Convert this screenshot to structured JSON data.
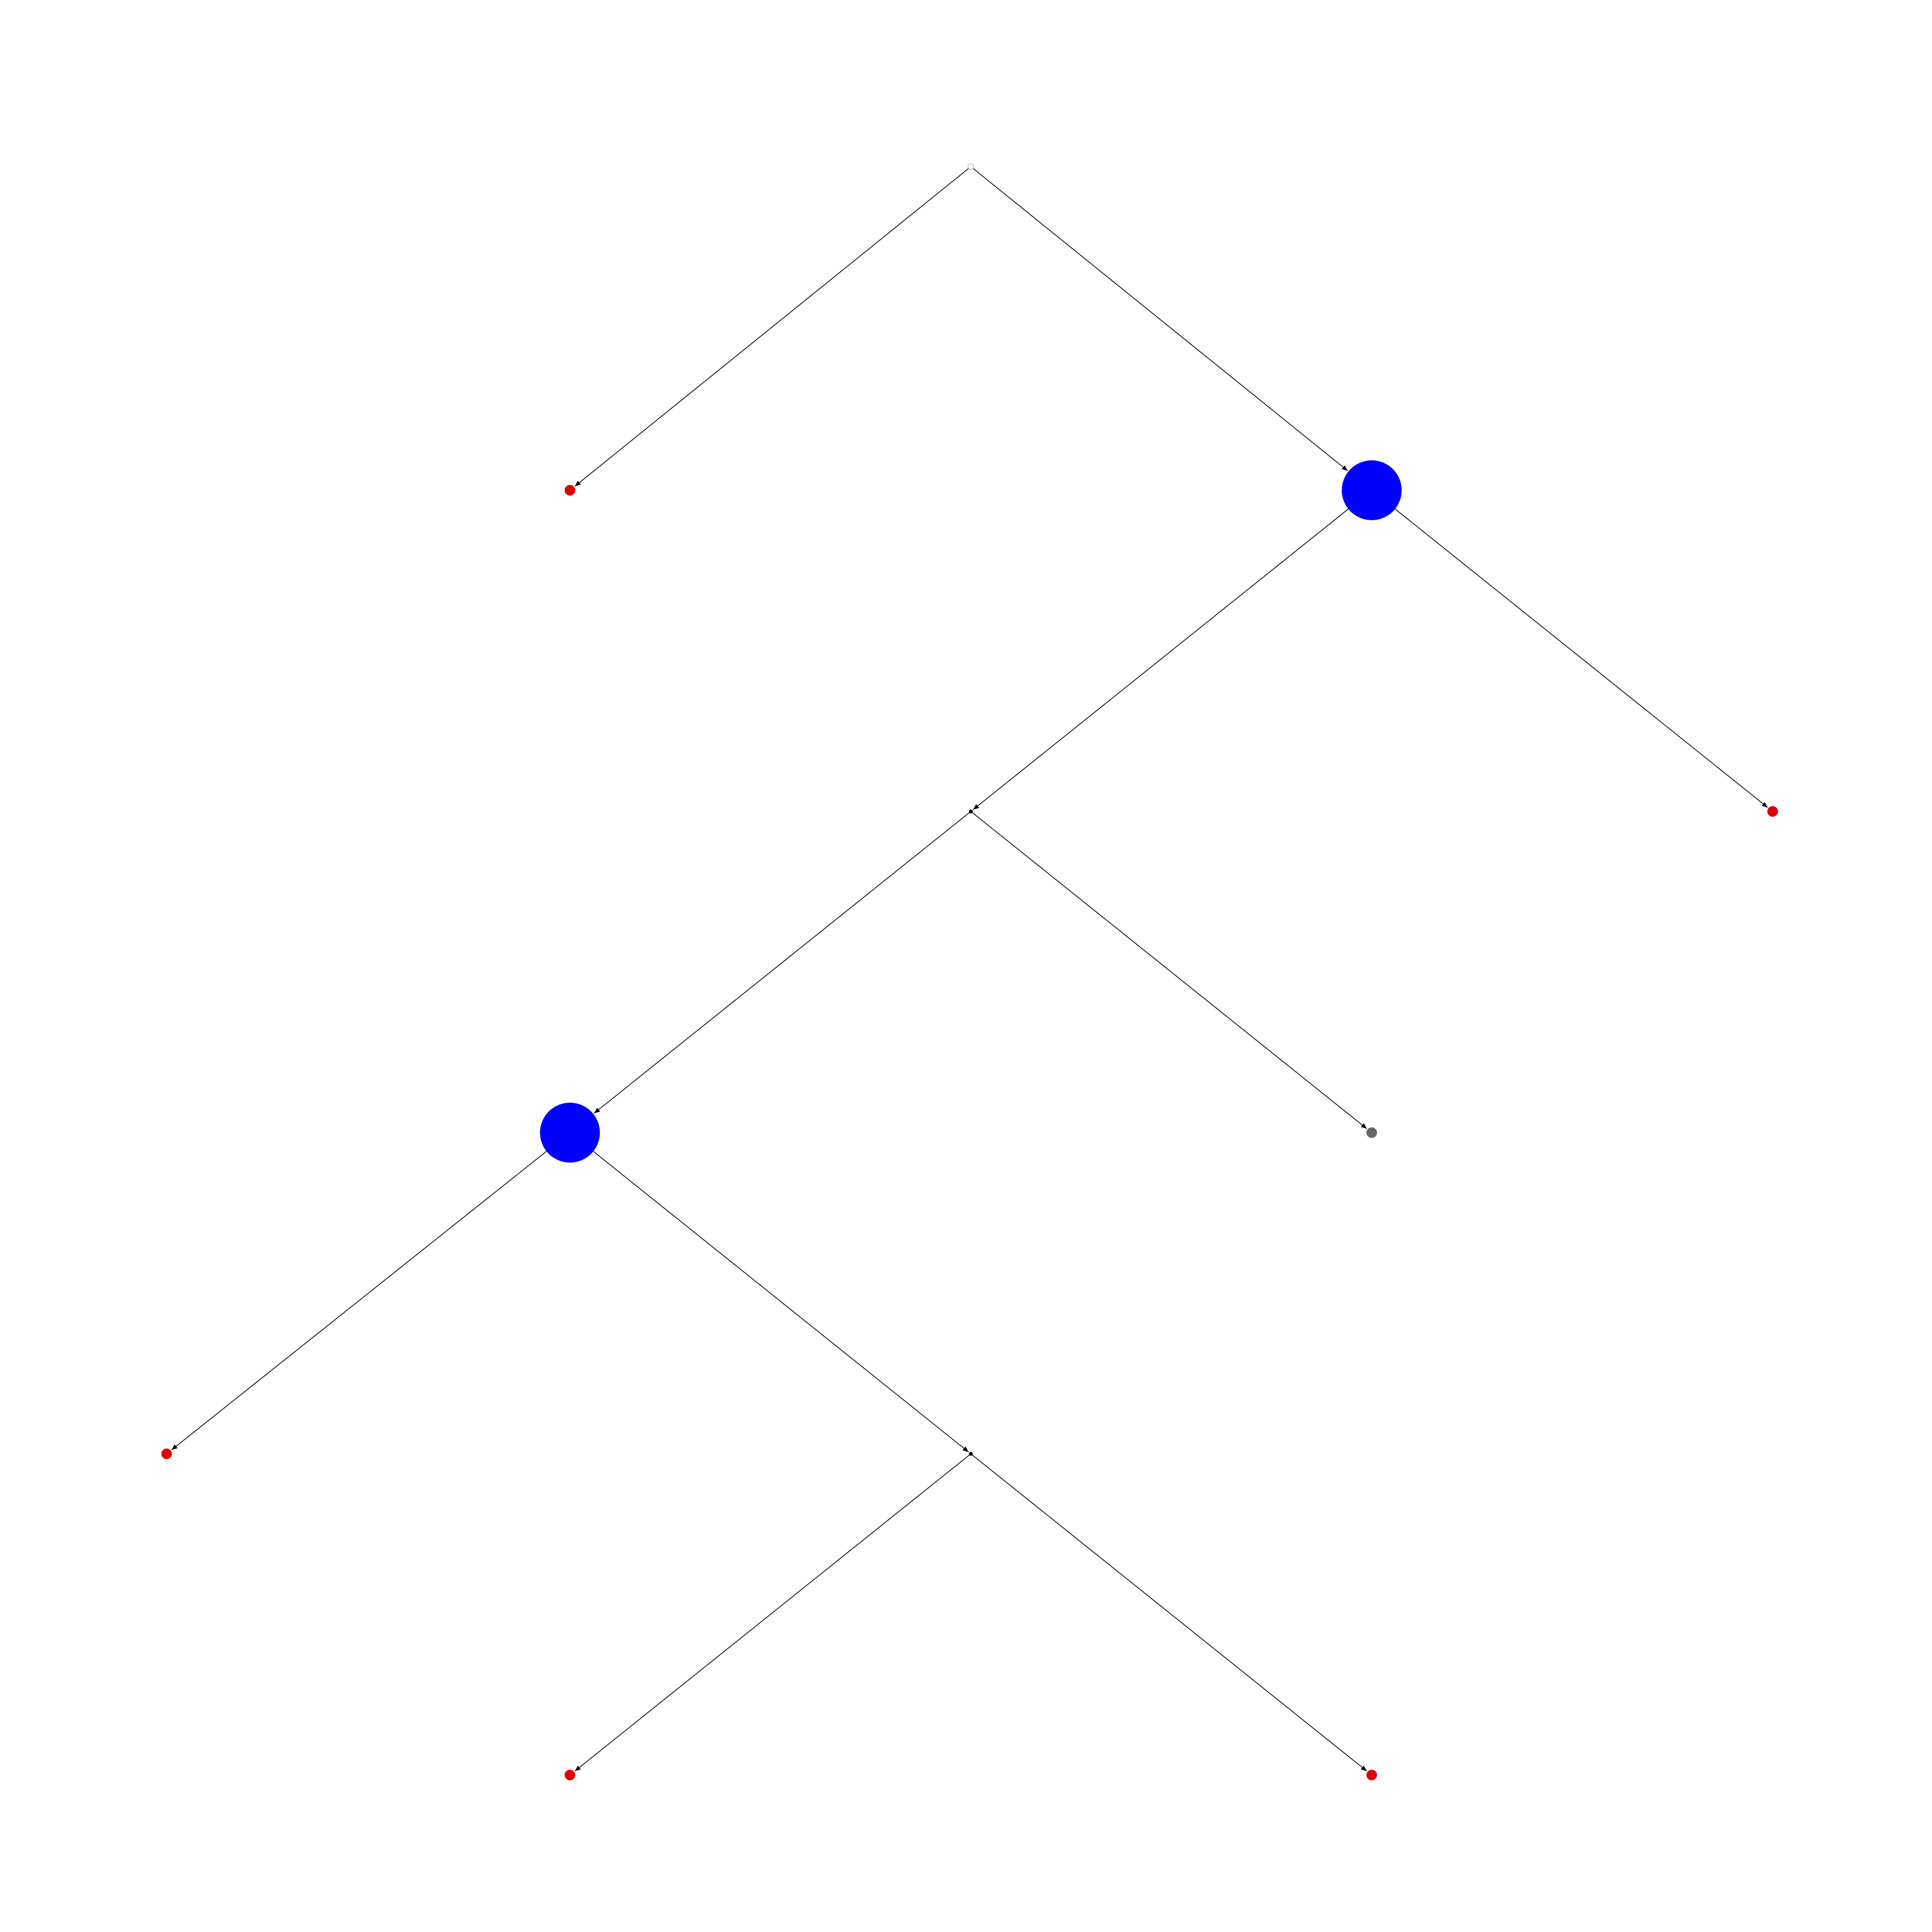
{
  "diagram": {
    "type": "tree",
    "colors": {
      "background": "#ffffff",
      "edge": "#000000",
      "decision": "#0000ff",
      "chance": "#000000",
      "terminal_red": "#dd0000",
      "terminal_gray": "#666666",
      "root": "#ffffff"
    },
    "nodes": [
      {
        "id": "n0",
        "kind": "root",
        "color": "#ffffff"
      },
      {
        "id": "n1",
        "kind": "terminal",
        "color": "#dd0000"
      },
      {
        "id": "n2",
        "kind": "decision",
        "color": "#0000ff"
      },
      {
        "id": "n3",
        "kind": "chance",
        "color": "#000000"
      },
      {
        "id": "n4",
        "kind": "terminal",
        "color": "#dd0000"
      },
      {
        "id": "n5",
        "kind": "decision",
        "color": "#0000ff"
      },
      {
        "id": "n6",
        "kind": "terminal",
        "color": "#666666"
      },
      {
        "id": "n7",
        "kind": "terminal",
        "color": "#dd0000"
      },
      {
        "id": "n8",
        "kind": "chance",
        "color": "#000000"
      },
      {
        "id": "n9",
        "kind": "terminal",
        "color": "#dd0000"
      },
      {
        "id": "n10",
        "kind": "terminal",
        "color": "#dd0000"
      }
    ],
    "edges": [
      {
        "from": "n0",
        "to": "n1"
      },
      {
        "from": "n0",
        "to": "n2"
      },
      {
        "from": "n2",
        "to": "n3"
      },
      {
        "from": "n2",
        "to": "n4"
      },
      {
        "from": "n3",
        "to": "n5"
      },
      {
        "from": "n3",
        "to": "n6"
      },
      {
        "from": "n5",
        "to": "n7"
      },
      {
        "from": "n5",
        "to": "n8"
      },
      {
        "from": "n8",
        "to": "n9"
      },
      {
        "from": "n8",
        "to": "n10"
      }
    ]
  }
}
